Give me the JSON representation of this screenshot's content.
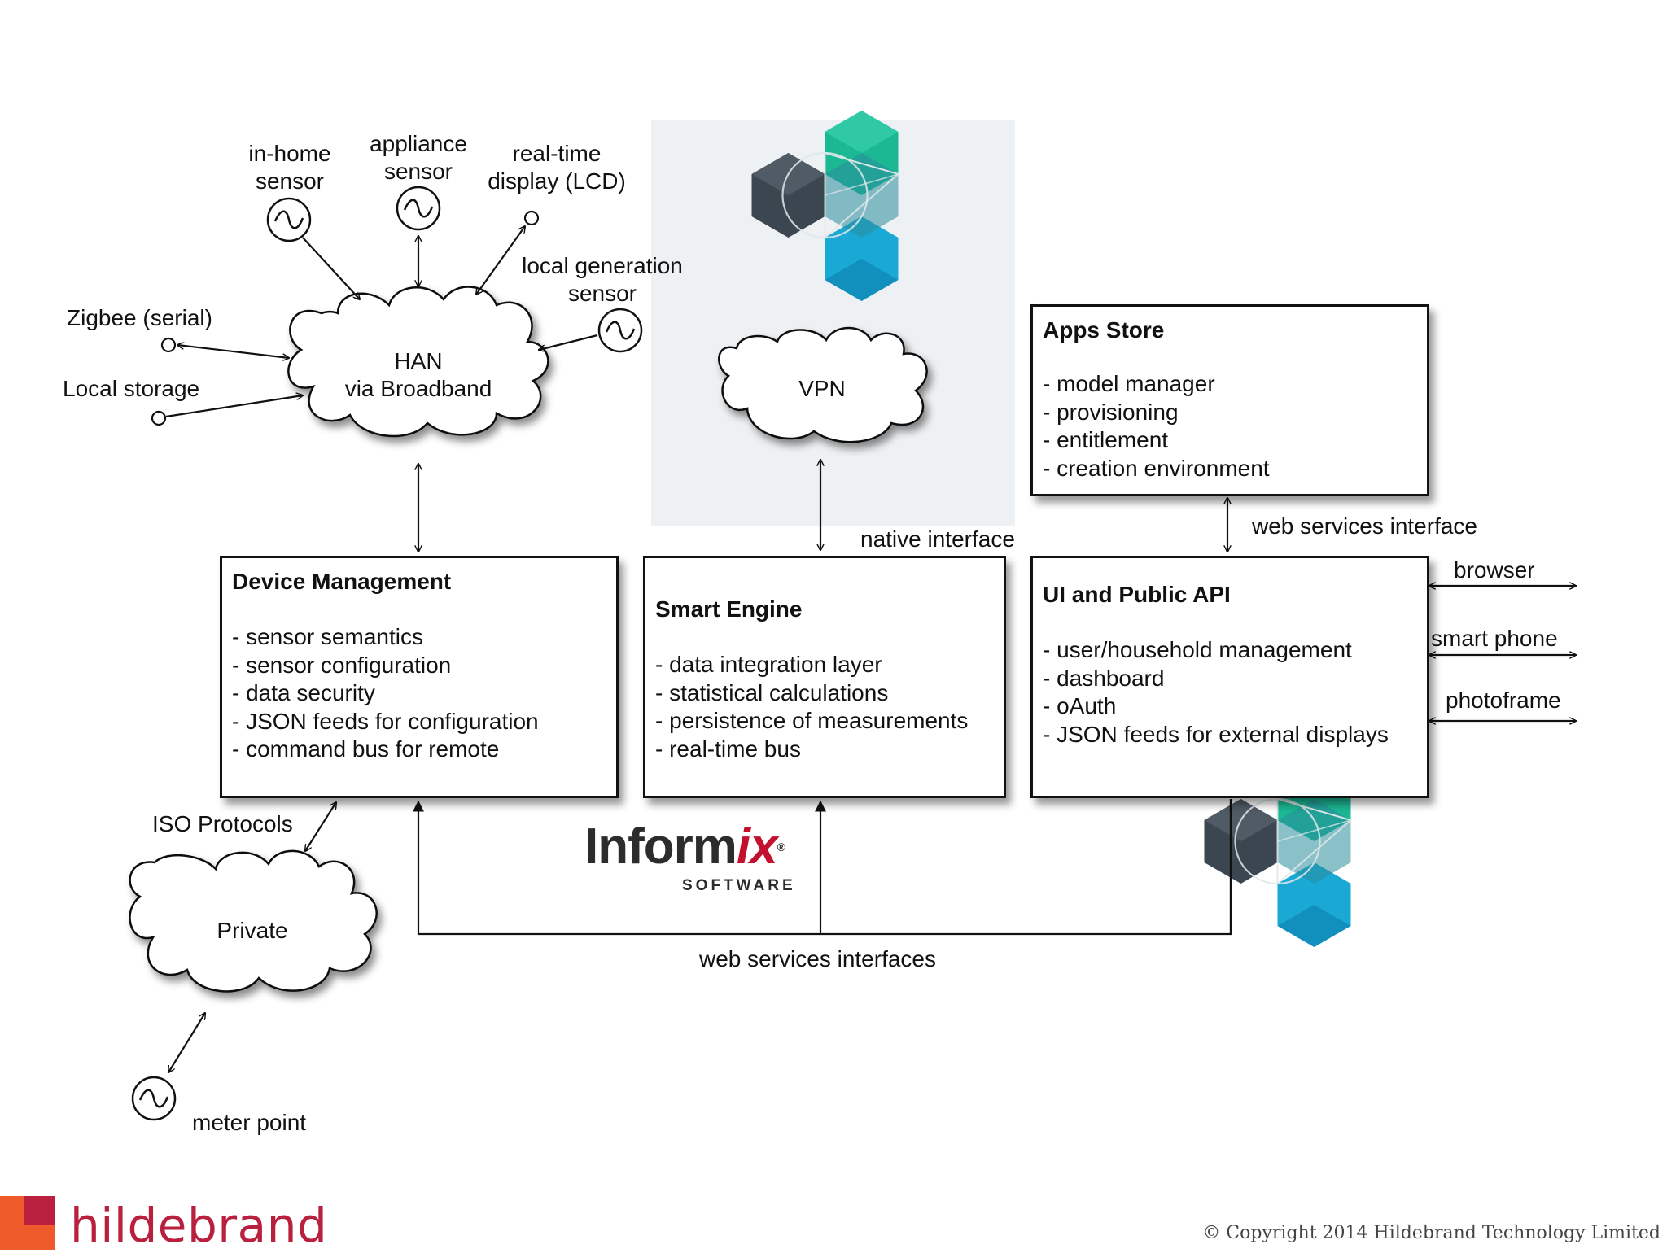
{
  "han_inputs": {
    "in_home_sensor": [
      "in-home",
      "sensor"
    ],
    "appliance_sensor": [
      "appliance",
      "sensor"
    ],
    "realtime_display": [
      "real-time",
      "display (LCD)"
    ],
    "local_generation_sensor": [
      "local generation",
      "sensor"
    ],
    "zigbee": "Zigbee (serial)",
    "local_storage": "Local storage"
  },
  "clouds": {
    "han": [
      "HAN",
      "via Broadband"
    ],
    "vpn": "VPN",
    "private": "Private"
  },
  "connector_labels": {
    "native_interface": "native interface",
    "web_services_interface": "web services interface",
    "iso_protocols": "ISO Protocols",
    "web_services_interfaces": "web services interfaces",
    "meter_point": "meter point"
  },
  "device_management": {
    "title": "Device Management",
    "items": [
      "- sensor semantics",
      "- sensor configuration",
      "- data security",
      "- JSON feeds for configuration",
      "- command bus for remote"
    ]
  },
  "smart_engine": {
    "title": "Smart Engine",
    "items": [
      "- data integration layer",
      "- statistical calculations",
      "- persistence of measurements",
      "- real-time bus"
    ]
  },
  "ui_public_api": {
    "title": "UI and Public API",
    "items": [
      "- user/household management",
      "- dashboard",
      "- oAuth",
      "- JSON feeds for external displays"
    ],
    "clients": [
      "browser",
      "smart phone",
      "photoframe"
    ]
  },
  "apps_store": {
    "title": "Apps Store",
    "items": [
      "- model manager",
      "- provisioning",
      "- entitlement",
      "- creation environment"
    ]
  },
  "informix_logo": {
    "word_a": "Inform",
    "word_b": "ix",
    "sub": "SOFTWARE",
    "mark": "®"
  },
  "footer": {
    "brand": "hildebrand",
    "copyright": "© Copyright 2014 Hildebrand Technology Limited"
  },
  "colors": {
    "hex_dark": "#3c4650",
    "hex_green": "#1cb894",
    "hex_blue": "#1aa8d4",
    "brand_red": "#b8203d",
    "brand_orange": "#ef5a2a"
  },
  "icons": [
    "sensor-icon",
    "endpoint-icon",
    "hexagon-cluster-logo",
    "informix-logo",
    "hildebrand-logo"
  ]
}
